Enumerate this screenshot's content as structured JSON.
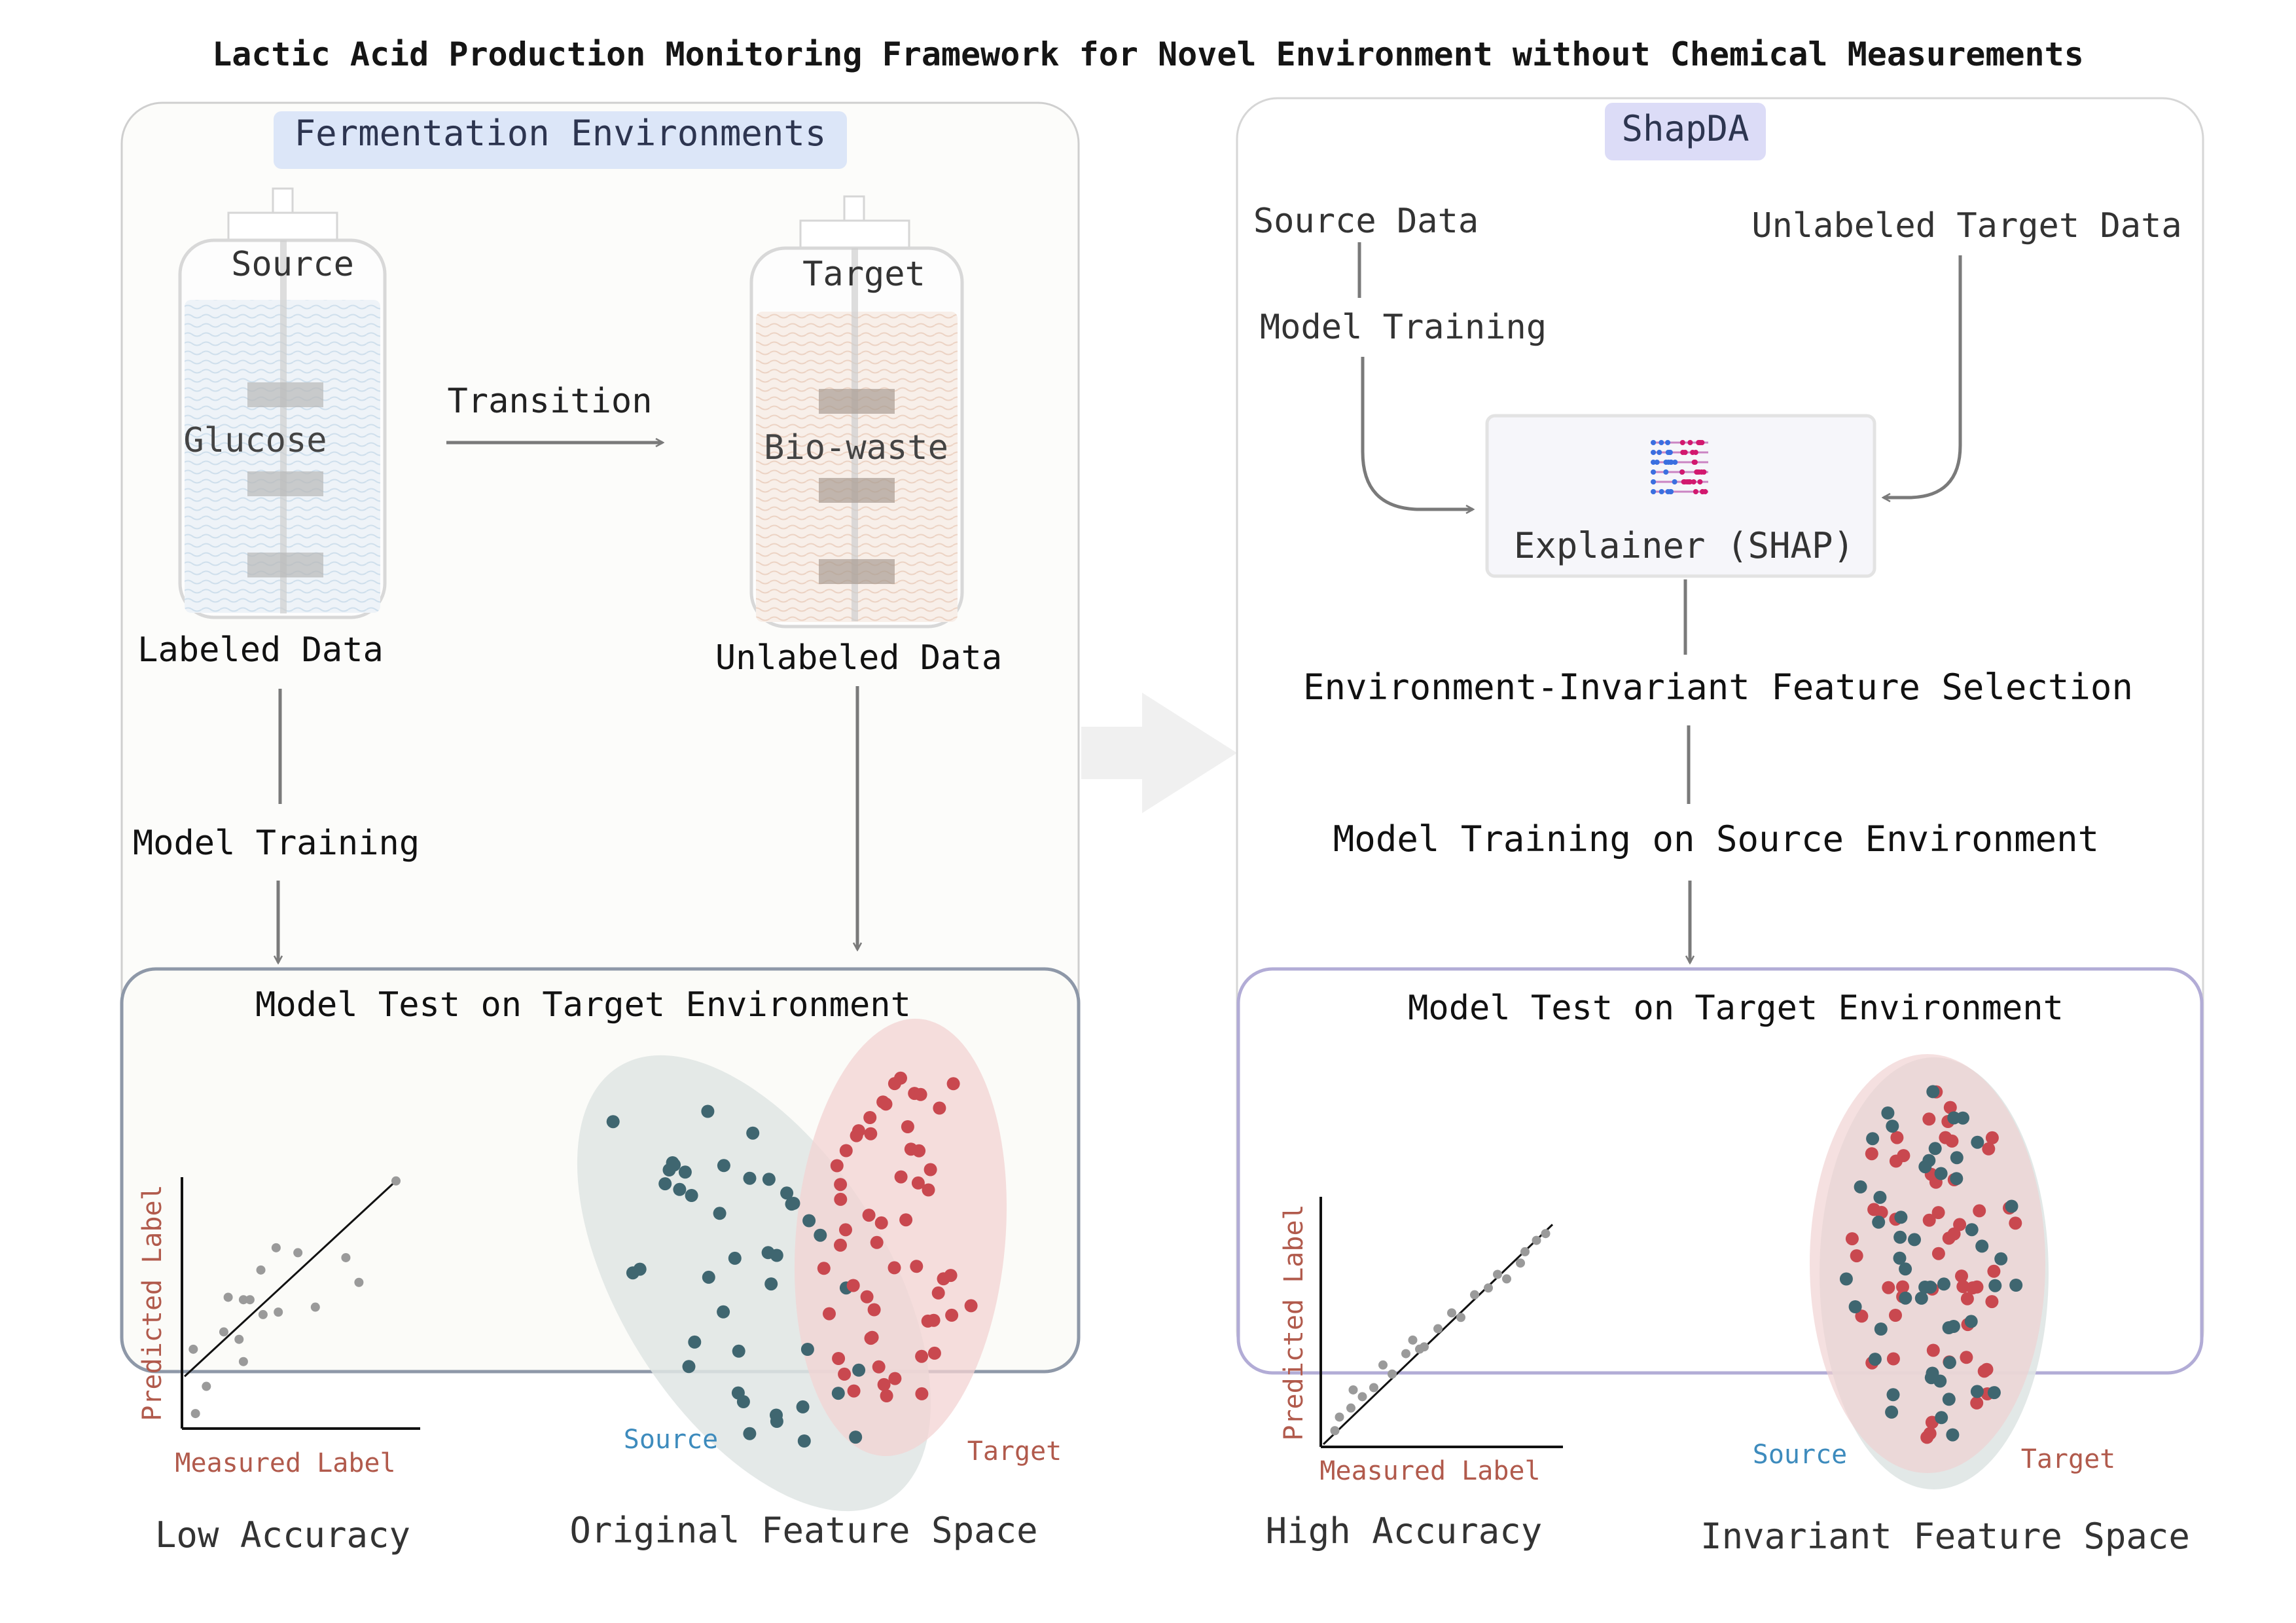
{
  "title": "Lactic Acid Production Monitoring Framework for Novel Environment without Chemical Measurements",
  "left_panel": {
    "header": "Fermentation Environments",
    "source_vessel": {
      "label": "Source",
      "content": "Glucose",
      "caption": "Labeled Data"
    },
    "target_vessel": {
      "label": "Target",
      "content": "Bio-waste",
      "caption": "Unlabeled Data"
    },
    "transition_label": "Transition",
    "model_training_label": "Model Training",
    "test_box": {
      "title": "Model Test on Target Environment",
      "plot_caption": "Low Accuracy",
      "y_axis_label": "Predicted Label",
      "x_axis_label": "Measured Label",
      "feature_caption": "Original Feature Space",
      "source_legend": "Source",
      "target_legend": "Target"
    }
  },
  "right_panel": {
    "header": "ShapDA",
    "source_data_label": "Source Data",
    "unlabeled_target_label": "Unlabeled Target Data",
    "model_training_label": "Model Training",
    "explainer_label": "Explainer (SHAP)",
    "feature_selection_label": "Environment-Invariant Feature Selection",
    "source_training_label": "Model Training on Source Environment",
    "test_box": {
      "title": "Model Test on Target Environment",
      "plot_caption": "High Accuracy",
      "y_axis_label": "Predicted Label",
      "x_axis_label": "Measured Label",
      "feature_caption": "Invariant Feature Space",
      "source_legend": "Source",
      "target_legend": "Target"
    }
  },
  "colors": {
    "source_dot": "#3f6670",
    "target_dot": "#c9484f",
    "source_blob": "#dfe5e4",
    "target_blob": "#f3d3d3",
    "axis_label": "#b15a4c",
    "legend_source": "#3d8bbd",
    "legend_target": "#b15a4c",
    "left_header_bg": "#dce6f8",
    "right_header_bg": "#dcdcf7"
  },
  "chart_data": [
    {
      "type": "scatter",
      "title": "Low Accuracy",
      "xlabel": "Measured Label",
      "ylabel": "Predicted Label",
      "series": [
        {
          "x": [
            0.05,
            0.1,
            0.04,
            0.18,
            0.27,
            0.25,
            0.3,
            0.2,
            0.35,
            0.42,
            0.43,
            0.52,
            0.6,
            0.74,
            0.8,
            0.97,
            0.27,
            0.36
          ],
          "y": [
            0.05,
            0.16,
            0.31,
            0.38,
            0.26,
            0.35,
            0.51,
            0.52,
            0.63,
            0.72,
            0.46,
            0.7,
            0.48,
            0.68,
            0.58,
            0.99,
            0.51,
            0.45
          ]
        }
      ],
      "fit_line": {
        "x": [
          0.0,
          0.97
        ],
        "y": [
          0.2,
          0.99
        ]
      }
    },
    {
      "type": "scatter",
      "title": "High Accuracy",
      "xlabel": "Measured Label",
      "ylabel": "Predicted Label",
      "series": [
        {
          "x": [
            0.05,
            0.07,
            0.12,
            0.17,
            0.22,
            0.26,
            0.3,
            0.36,
            0.39,
            0.44,
            0.5,
            0.56,
            0.6,
            0.66,
            0.72,
            0.76,
            0.8,
            0.86,
            0.88,
            0.93,
            0.97,
            0.13,
            0.42
          ],
          "y": [
            0.06,
            0.12,
            0.16,
            0.21,
            0.25,
            0.35,
            0.31,
            0.4,
            0.46,
            0.43,
            0.51,
            0.58,
            0.56,
            0.66,
            0.69,
            0.75,
            0.73,
            0.8,
            0.85,
            0.9,
            0.93,
            0.24,
            0.42
          ]
        }
      ],
      "fit_line": {
        "x": [
          0.0,
          1.0
        ],
        "y": [
          0.0,
          0.97
        ]
      }
    }
  ]
}
